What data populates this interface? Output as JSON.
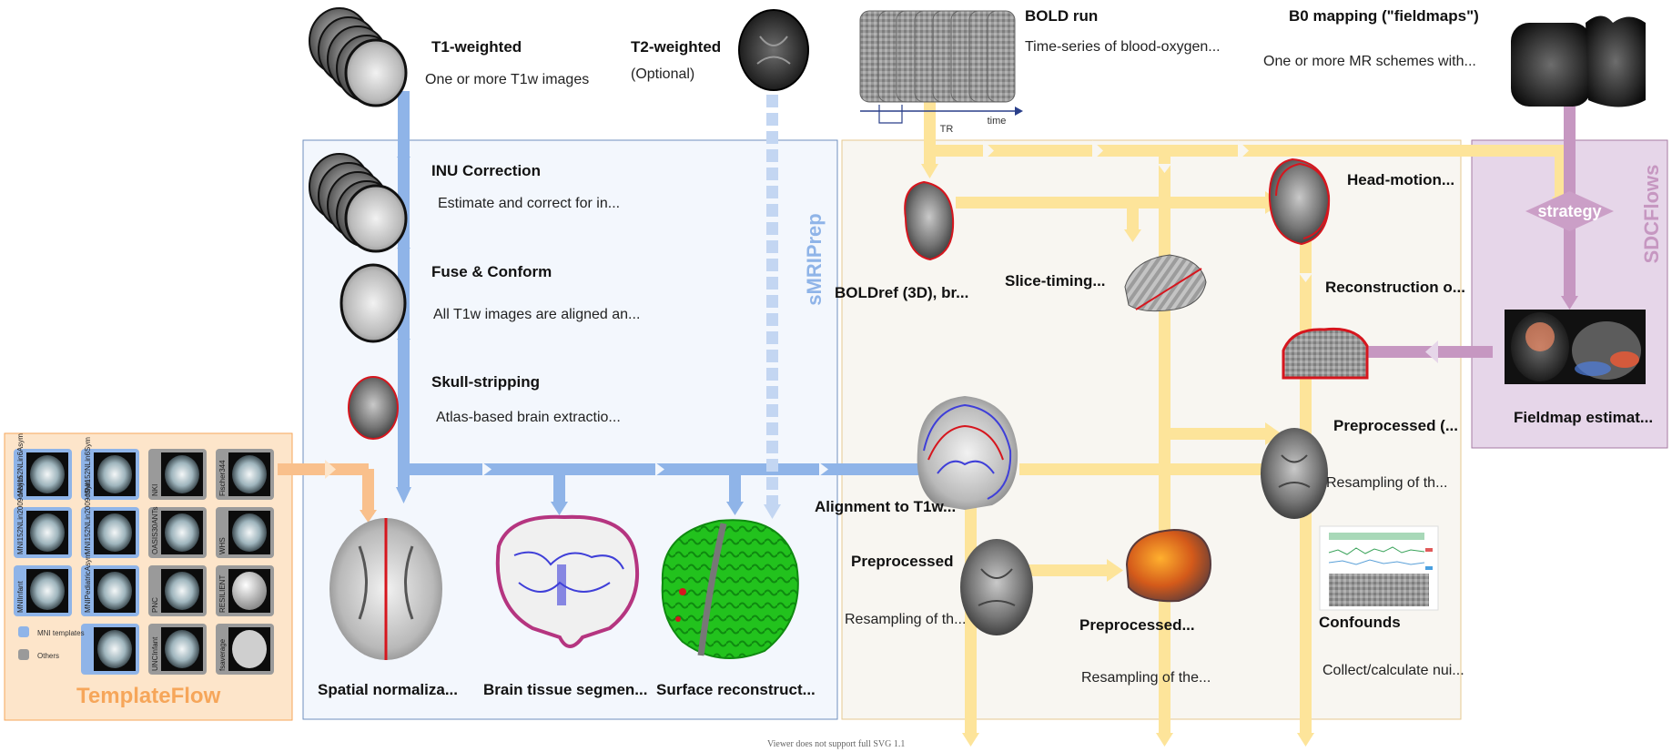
{
  "colors": {
    "smriprep_blue": "#8fb4e8",
    "fmriprep_yellow": "#fde49a",
    "sdcflows_purple": "#c697c1",
    "templateflow_orange": "#f6a65a",
    "templateflow_fill": "#fde5ca",
    "sdcflows_fill": "#e6d6e9",
    "smriprep_fill": "#f3f7fd",
    "fmriprep_fill": "#f8f6f1",
    "contour_red": "#d6161e",
    "contour_blue": "#3f3fd8"
  },
  "panels": {
    "smriprep": "sMRIPrep",
    "sdcflows": "SDCFlows",
    "templateflow": "TemplateFlow"
  },
  "inputs": {
    "t1": {
      "title": "T1-weighted",
      "desc": "One or more T1w images"
    },
    "t2": {
      "title": "T2-weighted",
      "desc": "(Optional)"
    },
    "bold": {
      "title": "BOLD run",
      "desc": "Time-series of blood-oxygen...",
      "tr_label": "TR",
      "time_label": "time"
    },
    "fmap": {
      "title": "B0 mapping (\"fieldmaps\")",
      "desc": "One or more MR schemes with..."
    }
  },
  "anat_steps": {
    "inu": {
      "title": "INU Correction",
      "desc": "Estimate and correct for in..."
    },
    "fuse": {
      "title": "Fuse & Conform",
      "desc": "All T1w images are aligned an..."
    },
    "skull": {
      "title": "Skull-stripping",
      "desc": "Atlas-based brain extractio..."
    }
  },
  "anat_outputs": {
    "norm": "Spatial normaliza...",
    "seg": "Brain tissue segmen...",
    "surf": "Surface reconstruct..."
  },
  "func_steps": {
    "boldref": "BOLDref (3D), br...",
    "slicetiming": "Slice-timing...",
    "headmotion": "Head-motion...",
    "recon": "Reconstruction o...",
    "align": "Alignment to T1w...",
    "preproc_main": {
      "title": "Preprocessed (...",
      "desc": "Resampling of th..."
    },
    "preproc_std": {
      "title": "Preprocessed",
      "desc": "Resampling of th..."
    },
    "preproc_surf": {
      "title": "Preprocessed...",
      "desc": "Resampling of the..."
    },
    "confounds": {
      "title": "Confounds",
      "desc": "Collect/calculate nui..."
    }
  },
  "sdc": {
    "strategy": "strategy",
    "fieldmap": "Fieldmap estimat..."
  },
  "templateflow": {
    "tiles": [
      "MNI152NLin6Asym",
      "MNI152NLin6Sym",
      "NKI",
      "Fischer344",
      "MNI152NLin2009cAsym",
      "MNI152NLin2009cSym",
      "OASIS30ANTs",
      "WHS",
      "MNIInfant",
      "MNIPediatricAsym",
      "PNC",
      "RESILIENT",
      "",
      "",
      "UNCInfant",
      "fsaverage"
    ],
    "legend_mni": "MNI templates",
    "legend_others": "Others"
  },
  "footnote": "Viewer does not support full SVG 1.1"
}
